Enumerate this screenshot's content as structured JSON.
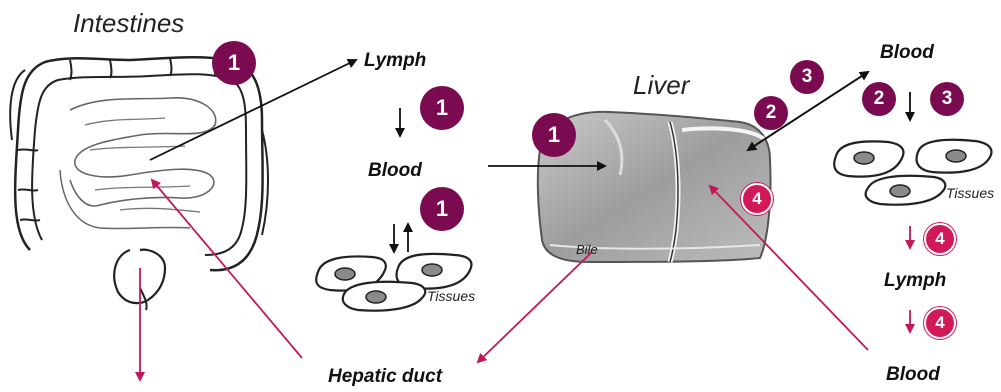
{
  "labels": {
    "intestines": "Intestines",
    "liver": "Liver",
    "lymph_mid": "Lymph",
    "blood_mid": "Blood",
    "tissues_mid": "Tissues",
    "bile": "Bile",
    "hepatic_duct": "Hepatic duct",
    "blood_right_top": "Blood",
    "tissues_right": "Tissues",
    "lymph_right": "Lymph",
    "blood_right_bottom": "Blood"
  },
  "badges": {
    "b_intestines": "1",
    "b_lymph_mid": "1",
    "b_blood_mid": "1",
    "b_liver_entry": "1",
    "b_liver_2": "2",
    "b_liver_3": "3",
    "b_right_2": "2",
    "b_right_3": "3",
    "b_liver_4": "4",
    "b_right_4_a": "4",
    "b_right_4_b": "4"
  },
  "colors": {
    "badge_dark": "#7a0b50",
    "badge_pink": "#d1195a",
    "arrow_pink": "#c2185b"
  }
}
